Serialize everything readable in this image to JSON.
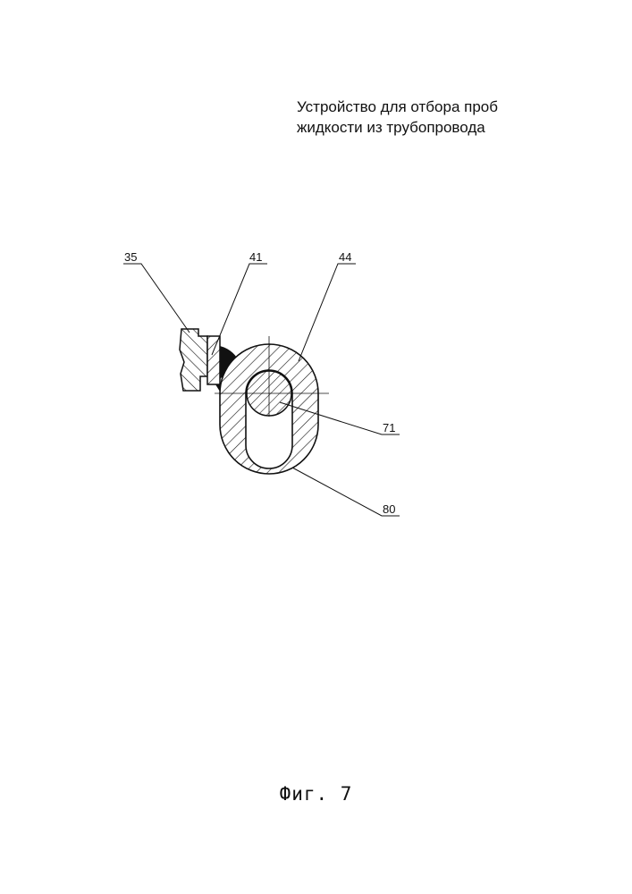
{
  "title": {
    "line1": "Устройство для отбора проб",
    "line2": "жидкости из трубопровода"
  },
  "callouts": {
    "c35": "35",
    "c41": "41",
    "c44": "44",
    "c71": "71",
    "c80": "80"
  },
  "caption": "Фиг. 7"
}
